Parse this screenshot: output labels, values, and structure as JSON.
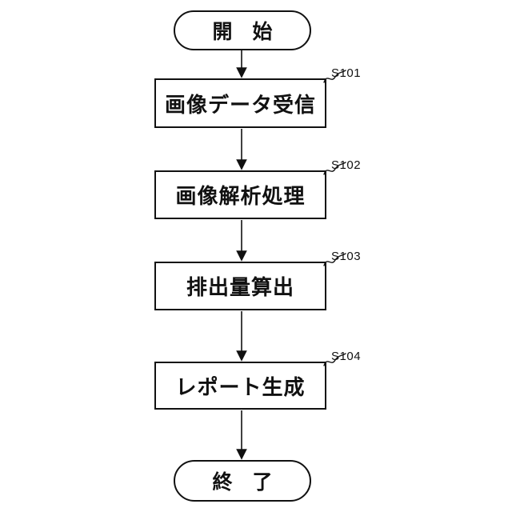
{
  "diagram": {
    "type": "flowchart",
    "background_color": "#ffffff",
    "line_color": "#111111",
    "start_terminal": {
      "label": "開　始"
    },
    "end_terminal": {
      "label": "終　了"
    },
    "steps": [
      {
        "id": "S101",
        "label": "画像データ受信"
      },
      {
        "id": "S102",
        "label": "画像解析処理"
      },
      {
        "id": "S103",
        "label": "排出量算出"
      },
      {
        "id": "S104",
        "label": "レポート生成"
      }
    ]
  }
}
